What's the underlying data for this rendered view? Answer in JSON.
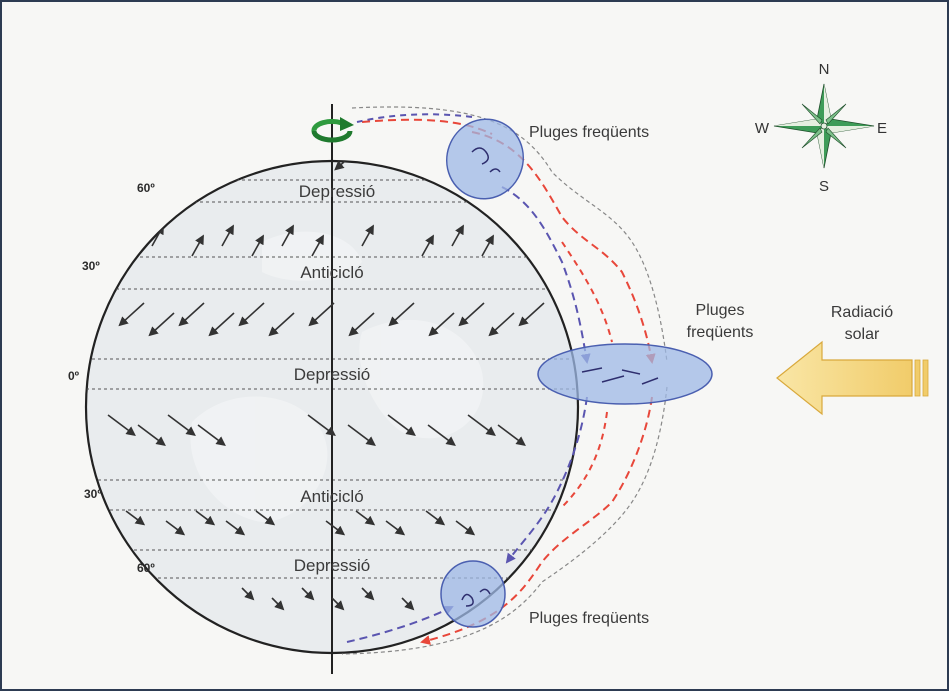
{
  "diagram": {
    "latitude_labels": [
      "60º",
      "30º",
      "0º",
      "30º",
      "60º"
    ],
    "bands": [
      "Depressió",
      "Anticicló",
      "Depressió",
      "Anticicló",
      "Depressió"
    ],
    "rain_labels": {
      "top": "Pluges freqüents",
      "equator_line1": "Pluges",
      "equator_line2": "freqüents",
      "bottom": "Pluges freqüents"
    },
    "radiation_label": {
      "line1": "Radiació",
      "line2": "solar"
    },
    "compass": {
      "north": "N",
      "south": "S",
      "east": "E",
      "west": "W"
    },
    "colors": {
      "frame": "#2d3b52",
      "globe_fill": "#e9ecee",
      "rain_zone_fill": "#9db8e6",
      "rain_zone_stroke": "#4a5fb0",
      "warm_flow": "#e8473a",
      "cold_flow": "#5a55b0",
      "radiation_arrow": "#f3d27a",
      "compass_green": "#3e9c58"
    },
    "icons": [
      "rotation-arrow-icon",
      "compass-rose-icon",
      "radiation-arrow-icon"
    ]
  }
}
